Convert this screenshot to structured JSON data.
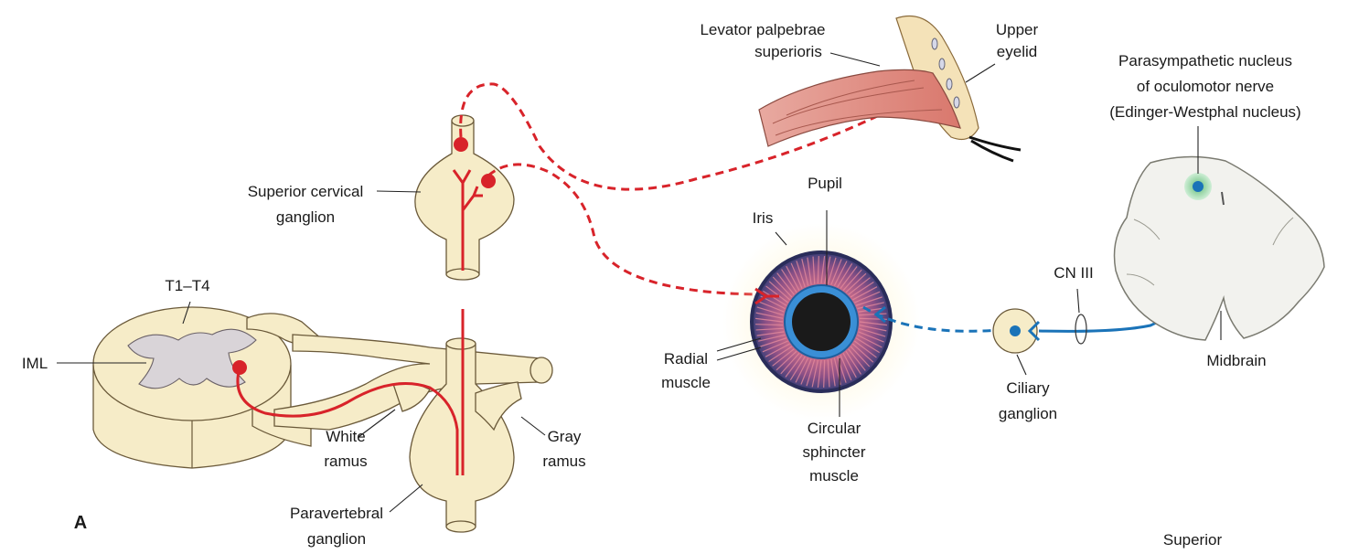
{
  "labels": {
    "levator_line1": "Levator palpebrae",
    "levator_line2": "superioris",
    "upper_eyelid_line1": "Upper",
    "upper_eyelid_line2": "eyelid",
    "para_nucleus_line1": "Parasympathetic nucleus",
    "para_nucleus_line2": "of oculomotor nerve",
    "para_nucleus_line3": "(Edinger-Westphal nucleus)",
    "sup_cervical_line1": "Superior cervical",
    "sup_cervical_line2": "ganglion",
    "pupil": "Pupil",
    "iris": "Iris",
    "t1_t4": "T1–T4",
    "iml": "IML",
    "cn3": "CN III",
    "radial_line1": "Radial",
    "radial_line2": "muscle",
    "midbrain": "Midbrain",
    "ciliary_line1": "Ciliary",
    "ciliary_line2": "ganglion",
    "white_line1": "White",
    "white_line2": "ramus",
    "gray_line1": "Gray",
    "gray_line2": "ramus",
    "circular_line1": "Circular",
    "circular_line2": "sphincter",
    "circular_line3": "muscle",
    "paravertebral_line1": "Paravertebral",
    "paravertebral_line2": "ganglion",
    "panel_letter": "A",
    "superior": "Superior"
  },
  "colors": {
    "sympathetic": "#d8232a",
    "parasympathetic": "#1a73b8",
    "tissue": "#f6ecc8",
    "iris_outer": "#3b3f78",
    "pupil_ring": "#3a8fd6",
    "nucleus_glow": "#8fd19e"
  }
}
